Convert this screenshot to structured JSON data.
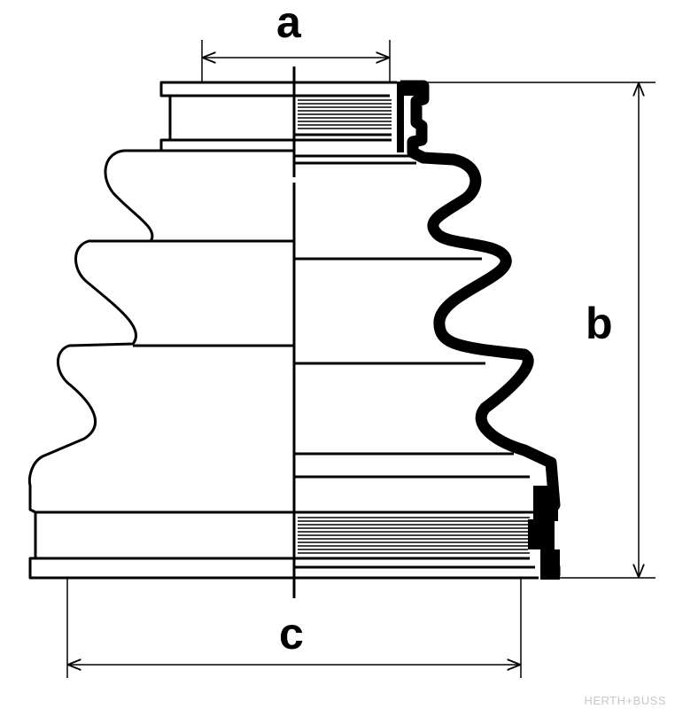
{
  "labels": {
    "a": "a",
    "b": "b",
    "c": "c"
  },
  "watermark": "HERTH+BUSS"
}
